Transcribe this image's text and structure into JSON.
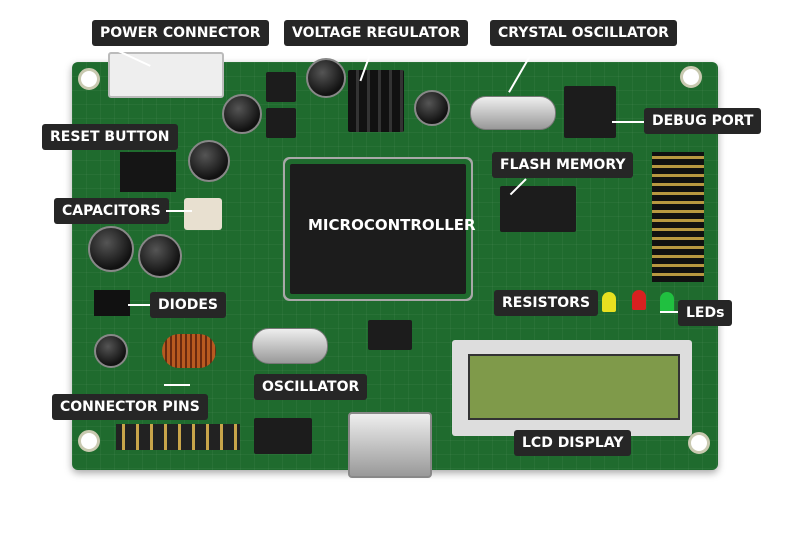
{
  "labels": {
    "power_connector": "POWER CONNECTOR",
    "voltage_regulator": "VOLTAGE REGULATOR",
    "crystal_oscillator": "CRYSTAL OSCILLATOR",
    "debug_port": "DEBUG PORT",
    "reset_button": "RESET BUTTON",
    "flash_memory": "FLASH MEMORY",
    "capacitors": "CAPACITORS",
    "microcontroller": "MICROCONTROLLER",
    "diodes": "DIODES",
    "resistors": "RESISTORS",
    "leds": "LEDs",
    "oscillator": "OSCILLATOR",
    "connector_pins": "CONNECTOR PINS",
    "lcd_display": "LCD DISPLAY"
  },
  "colors": {
    "board": "#1f6b2e",
    "label_bg": "#262626",
    "led_yellow": "#e8e020",
    "led_red": "#d82020",
    "led_green": "#20c040",
    "lcd": "#7f9a4a"
  }
}
